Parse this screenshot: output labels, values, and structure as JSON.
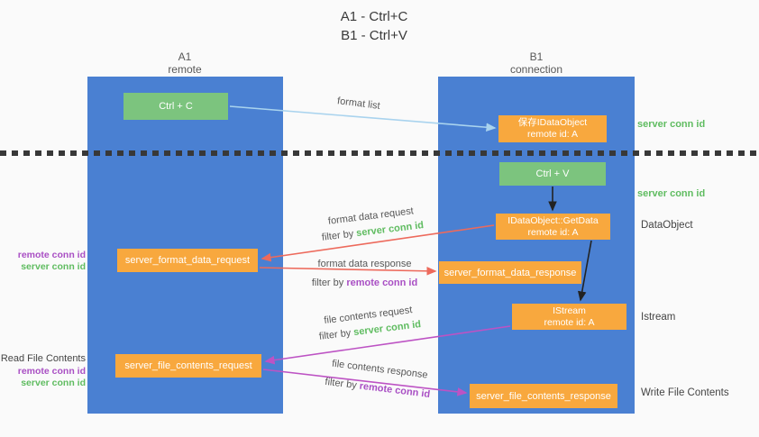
{
  "title": {
    "line1": "A1 - Ctrl+C",
    "line2": "B1 - Ctrl+V"
  },
  "columns": {
    "left": {
      "name": "A1",
      "role": "remote"
    },
    "right": {
      "name": "B1",
      "role": "connection"
    }
  },
  "boxes": {
    "ctrl_c": "Ctrl + C",
    "ctrl_v": "Ctrl + V",
    "save_idataobject": {
      "line1": "保存IDataObject",
      "line2": "remote id: A"
    },
    "getdata": {
      "line1": "IDataObject::GetData",
      "line2": "remote id: A"
    },
    "istream": {
      "line1": "IStream",
      "line2": "remote id: A"
    },
    "format_request": "server_format_data_request",
    "format_response": "server_format_data_response",
    "file_request": "server_file_contents_request",
    "file_response": "server_file_contents_response"
  },
  "side_labels": {
    "server_conn_id_top": "server conn id",
    "server_conn_id_mid": "server conn id",
    "dataobject": "DataObject",
    "istream": "Istream",
    "write_file_contents": "Write File Contents",
    "read_file_contents": "Read File Contents",
    "remote_conn_id": "remote conn id",
    "server_conn_id": "server conn id"
  },
  "arrow_labels": {
    "format_list": "format list",
    "format_data_request": "format data request",
    "format_data_response": "format data response",
    "file_contents_request": "file contents request",
    "file_contents_response": "file contents response",
    "filter_prefix": "filter by ",
    "server_conn_id": "server conn id",
    "remote_conn_id": "remote conn id"
  },
  "colors": {
    "column_blue": "#4a80d2",
    "box_green": "#7cc47e",
    "box_orange": "#f8a83e",
    "text_green": "#5fbc60",
    "text_purple": "#a94fc4",
    "arrow_red": "#ed6a5c",
    "arrow_magenta": "#bd53c4",
    "arrow_lightblue": "#a9d3ee",
    "arrow_black": "#222222",
    "divider_dark": "#383838"
  }
}
